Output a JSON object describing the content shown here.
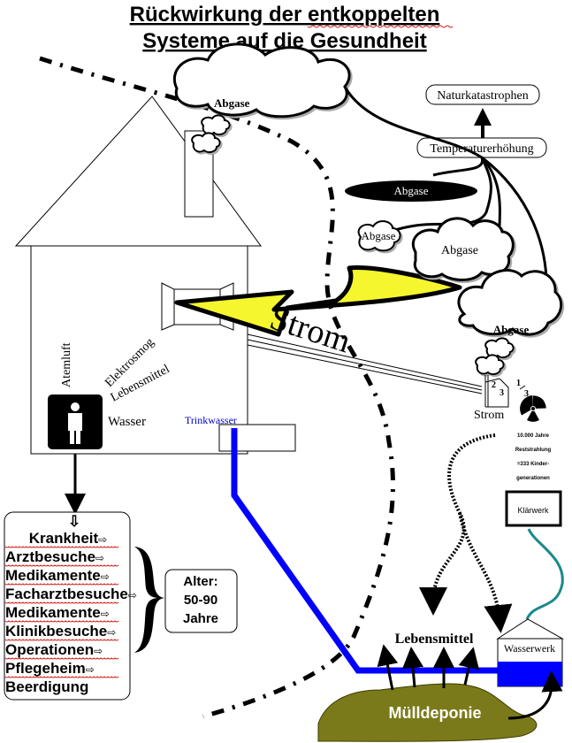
{
  "title": {
    "line1": "Rückwirkung der entkoppelten",
    "line2": "Systeme auf die Gesundheit"
  },
  "colors": {
    "water_pipe": "#0000ff",
    "arrow_fill": "#f6f62e",
    "landfill": "#7a7a1a",
    "river": "#1b8a8a",
    "drinking_water_text": "#0000c8"
  },
  "top_right": {
    "naturkatastrophen": "Naturkatastrophen",
    "temperaturerhoehung": "Temperaturerhöhung"
  },
  "clouds": {
    "house_cloud": "Abgase",
    "dark_cloud": "Abgase",
    "small_cloud": "Abgase",
    "mid_cloud": "Abgase",
    "plant_cloud": "Abgase"
  },
  "house": {
    "atemluft": "Atemluft",
    "elektrosmog": "Elektrosmog",
    "lebensmittel": "Lebensmittel",
    "wasser": "Wasser",
    "trinkwasser": "Trinkwasser",
    "person_icon": "person-icon"
  },
  "power": {
    "strom_big": "Strom",
    "strom_label": "Strom",
    "fraction_two_thirds_num": "2",
    "fraction_two_thirds_den": "3",
    "fraction_one_third_num": "1",
    "fraction_one_third_den": "3"
  },
  "nuclear": {
    "icon": "radiation-icon",
    "note_lines": [
      "10.000 Jahre",
      "Reststrahlung",
      "=333 Kinder-",
      "generationen"
    ]
  },
  "klaerwerk": "Klärwerk",
  "wasserwerk": "Wasserwerk",
  "lebensmittel_bottom": "Lebensmittel",
  "muelldeponie": "Mülldeponie",
  "disease_chain": {
    "arrow_glyph": "⇩",
    "items": [
      {
        "label": "Krankheit",
        "arrow": "⇨"
      },
      {
        "label": "Arztbesuche",
        "arrow": "⇨"
      },
      {
        "label": "Medikamente",
        "arrow": "⇨"
      },
      {
        "label": "Facharztbesuche",
        "arrow": "⇨"
      },
      {
        "label": "Medikamente",
        "arrow": "⇨"
      },
      {
        "label": "Klinikbesuche",
        "arrow": "⇨"
      },
      {
        "label": "Operationen",
        "arrow": "⇨"
      },
      {
        "label": "Pflegeheim",
        "arrow": "⇨"
      },
      {
        "label": "Beerdigung",
        "arrow": ""
      }
    ]
  },
  "age_box": {
    "line1": "Alter:",
    "line2": "50-90",
    "line3": "Jahre"
  }
}
